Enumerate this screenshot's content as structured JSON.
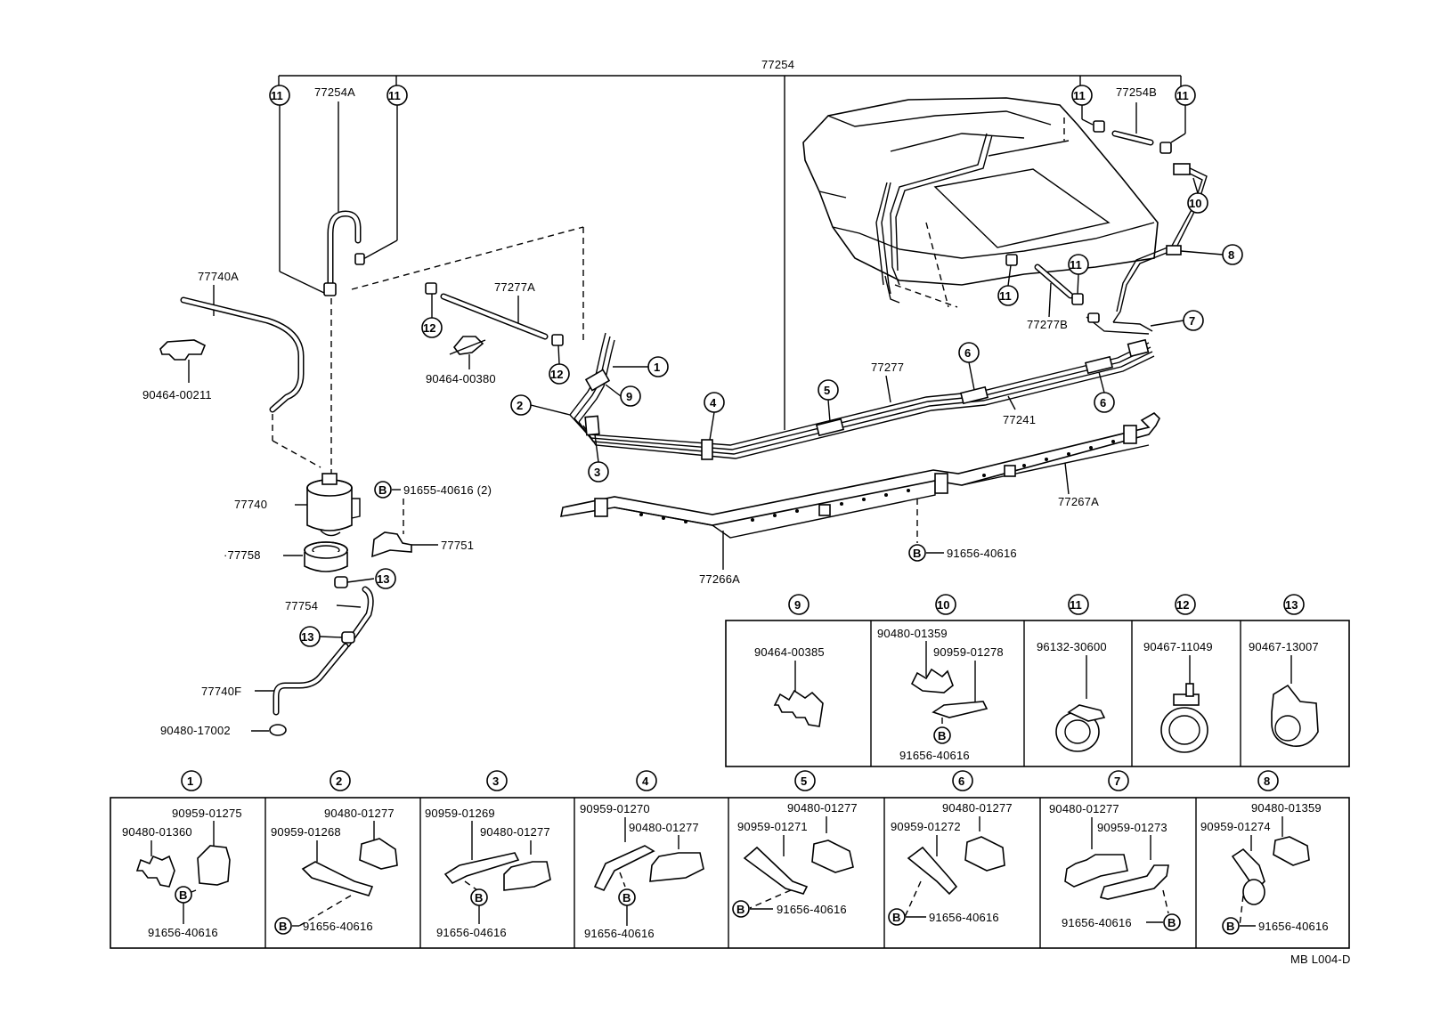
{
  "part_labels": {
    "p77254": "77254",
    "p77254A": "77254A",
    "p77254B": "77254B",
    "p77740A": "77740A",
    "p90464_00211": "90464-00211",
    "p77277A": "77277A",
    "p90464_00380": "90464-00380",
    "p77277B": "77277B",
    "p77277": "77277",
    "p77241": "77241",
    "p77740": "77740",
    "p91655_40616": "91655-40616 (2)",
    "p77751": "77751",
    "p77758": "·77758",
    "p77754": "77754",
    "p77740F": "77740F",
    "p90480_17002": "90480-17002",
    "p77267A": "77267A",
    "p77266A": "77266A",
    "p91656_40616_main": "91656-40616"
  },
  "callouts": {
    "c1": "1",
    "c2": "2",
    "c3": "3",
    "c4": "4",
    "c5": "5",
    "c6": "6",
    "c7": "7",
    "c8": "8",
    "c9": "9",
    "c10": "10",
    "c11": "11",
    "c12": "12",
    "c13": "13",
    "b": "B"
  },
  "detail_boxes_top": [
    {
      "num": "9",
      "parts": [
        "90464-00385"
      ]
    },
    {
      "num": "10",
      "parts": [
        "90480-01359",
        "90959-01278",
        "91656-40616"
      ]
    },
    {
      "num": "11",
      "parts": [
        "96132-30600"
      ]
    },
    {
      "num": "12",
      "parts": [
        "90467-11049"
      ]
    },
    {
      "num": "13",
      "parts": [
        "90467-13007"
      ]
    }
  ],
  "detail_boxes_bottom": [
    {
      "num": "1",
      "parts": [
        "90959-01275",
        "90480-01360",
        "91656-40616"
      ]
    },
    {
      "num": "2",
      "parts": [
        "90480-01277",
        "90959-01268",
        "91656-40616"
      ]
    },
    {
      "num": "3",
      "parts": [
        "90959-01269",
        "90480-01277",
        "91656-04616"
      ]
    },
    {
      "num": "4",
      "parts": [
        "90959-01270",
        "90480-01277",
        "91656-40616"
      ]
    },
    {
      "num": "5",
      "parts": [
        "90480-01277",
        "90959-01271",
        "91656-40616"
      ]
    },
    {
      "num": "6",
      "parts": [
        "90480-01277",
        "90959-01272",
        "91656-40616"
      ]
    },
    {
      "num": "7",
      "parts": [
        "90480-01277",
        "90959-01273",
        "91656-40616"
      ]
    },
    {
      "num": "8",
      "parts": [
        "90480-01359",
        "90959-01274",
        "91656-40616"
      ]
    }
  ],
  "footer": {
    "code": "MB L004-D"
  }
}
